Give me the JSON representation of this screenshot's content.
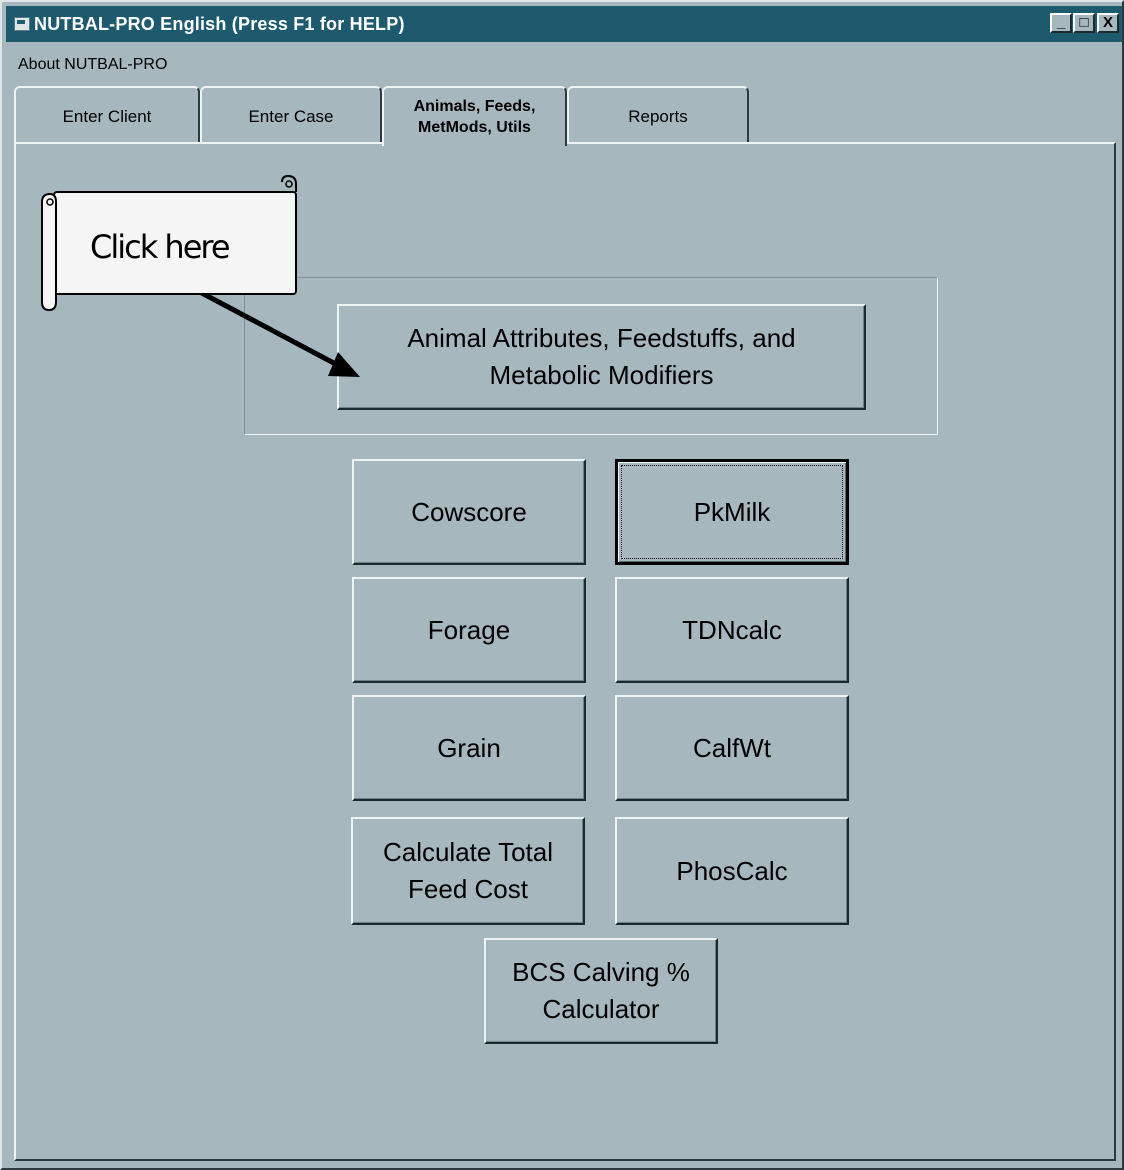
{
  "window": {
    "title": "NUTBAL-PRO English  (Press F1 for HELP)",
    "controls": {
      "minimize": "_",
      "maximize": "□",
      "close": "X"
    }
  },
  "menu": {
    "about": "About NUTBAL-PRO"
  },
  "tabs": [
    {
      "label": "Enter Client"
    },
    {
      "label": "Enter Case"
    },
    {
      "label": "Animals, Feeds,\nMetMods, Utils",
      "active": true
    },
    {
      "label": "Reports"
    }
  ],
  "buttons": {
    "animal_attributes": "Animal Attributes, Feedstuffs, and\nMetabolic Modifiers",
    "cowscore": "Cowscore",
    "pkmilk": "PkMilk",
    "forage": "Forage",
    "tdncalc": "TDNcalc",
    "grain": "Grain",
    "calfwt": "CalfWt",
    "total_feed_cost": "Calculate Total\nFeed Cost",
    "phoscalc": "PhosCalc",
    "bcs_calving": "BCS Calving %\nCalculator"
  },
  "callout": {
    "text": "Click here"
  }
}
